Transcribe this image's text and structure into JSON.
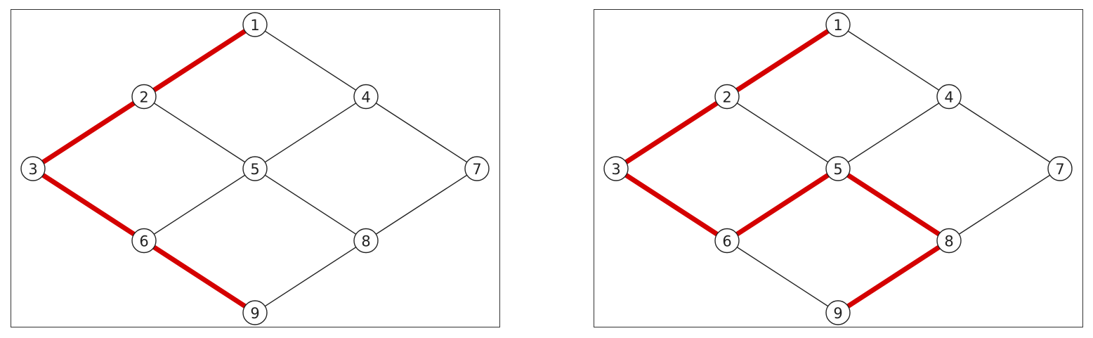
{
  "colors": {
    "highlight_edge": "#d40000",
    "normal_edge": "#222222",
    "node_fill": "#ffffff",
    "node_stroke": "#222222",
    "frame": "#333333"
  },
  "graph": {
    "nodes": [
      {
        "id": "1",
        "label": "1",
        "col": 2,
        "row": 0
      },
      {
        "id": "2",
        "label": "2",
        "col": 1,
        "row": 1
      },
      {
        "id": "3",
        "label": "3",
        "col": 0,
        "row": 2
      },
      {
        "id": "4",
        "label": "4",
        "col": 3,
        "row": 1
      },
      {
        "id": "5",
        "label": "5",
        "col": 2,
        "row": 2
      },
      {
        "id": "6",
        "label": "6",
        "col": 1,
        "row": 3
      },
      {
        "id": "7",
        "label": "7",
        "col": 4,
        "row": 2
      },
      {
        "id": "8",
        "label": "8",
        "col": 3,
        "row": 3
      },
      {
        "id": "9",
        "label": "9",
        "col": 2,
        "row": 4
      }
    ],
    "edges": [
      [
        "1",
        "2"
      ],
      [
        "1",
        "4"
      ],
      [
        "2",
        "3"
      ],
      [
        "2",
        "5"
      ],
      [
        "4",
        "5"
      ],
      [
        "4",
        "7"
      ],
      [
        "3",
        "6"
      ],
      [
        "5",
        "6"
      ],
      [
        "5",
        "8"
      ],
      [
        "7",
        "8"
      ],
      [
        "6",
        "9"
      ],
      [
        "8",
        "9"
      ]
    ]
  },
  "panels": [
    {
      "id": "left",
      "highlighted_path": [
        "1",
        "2",
        "3",
        "6",
        "9"
      ]
    },
    {
      "id": "right",
      "highlighted_path": [
        "1",
        "2",
        "3",
        "6",
        "5",
        "8",
        "9"
      ]
    }
  ]
}
